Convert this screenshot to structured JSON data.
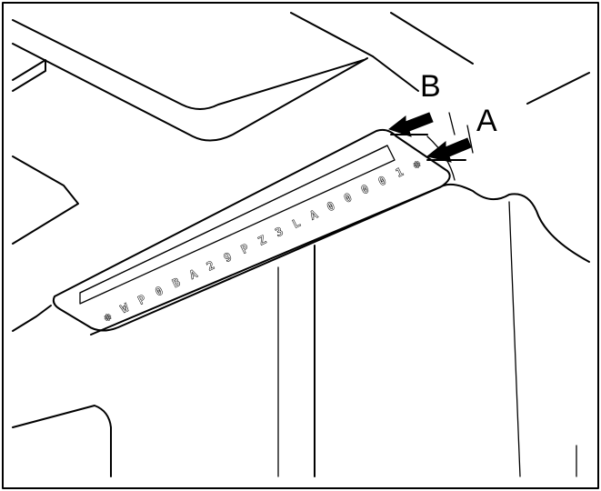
{
  "callouts": {
    "a": "A",
    "b": "B"
  },
  "vin_plate": {
    "characters": [
      "❊",
      "W",
      "P",
      "0",
      "B",
      "A",
      "2",
      "9",
      "P",
      "Z",
      "3",
      "L",
      "A",
      "0",
      "0",
      "0",
      "0",
      "1",
      "❊"
    ]
  },
  "colors": {
    "line": "#000000",
    "background": "#ffffff"
  }
}
